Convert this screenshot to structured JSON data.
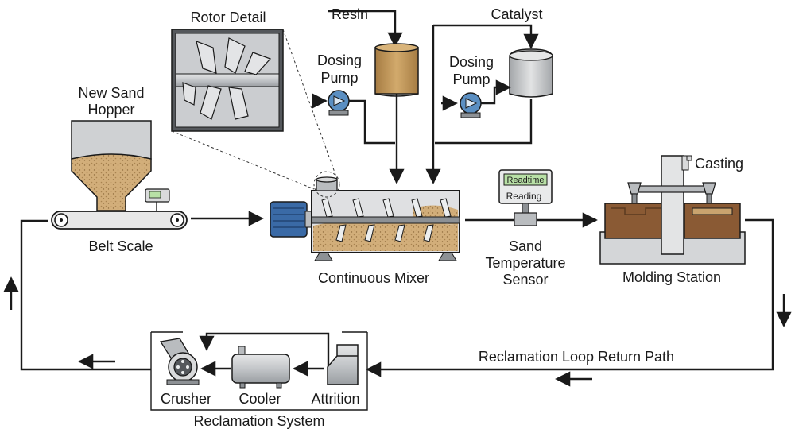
{
  "labels": {
    "new_sand_hopper_line1": "New Sand",
    "new_sand_hopper_line2": "Hopper",
    "belt_scale": "Belt Scale",
    "rotor_detail": "Rotor Detail",
    "resin": "Resin",
    "catalyst": "Catalyst",
    "dosing_pump_1_line1": "Dosing",
    "dosing_pump_1_line2": "Pump",
    "dosing_pump_2_line1": "Dosing",
    "dosing_pump_2_line2": "Pump",
    "continuous_mixer": "Continuous Mixer",
    "sensor_line1": "Sand",
    "sensor_line2": "Temperature",
    "sensor_line3": "Sensor",
    "sensor_display_top": "Readtime",
    "sensor_display_bottom": "Reading",
    "casting": "Casting",
    "molding_station": "Molding Station",
    "return_path": "Reclamation Loop Return Path",
    "crusher": "Crusher",
    "cooler": "Cooler",
    "attrition": "Attrition",
    "reclamation_system": "Reclamation System"
  },
  "colors": {
    "line": "#1a1a1a",
    "sand": "#c9a36e",
    "sand_dark": "#a8834f",
    "resin_tank": "#c49a5a",
    "metal_light": "#d9dadb",
    "metal_mid": "#b9bcbf",
    "metal_dark": "#8d9195",
    "motor_blue": "#3a6aa6",
    "pump_blue": "#5b8fc2",
    "display_green": "#b8e0a6",
    "mold_brown": "#8a5a34"
  }
}
